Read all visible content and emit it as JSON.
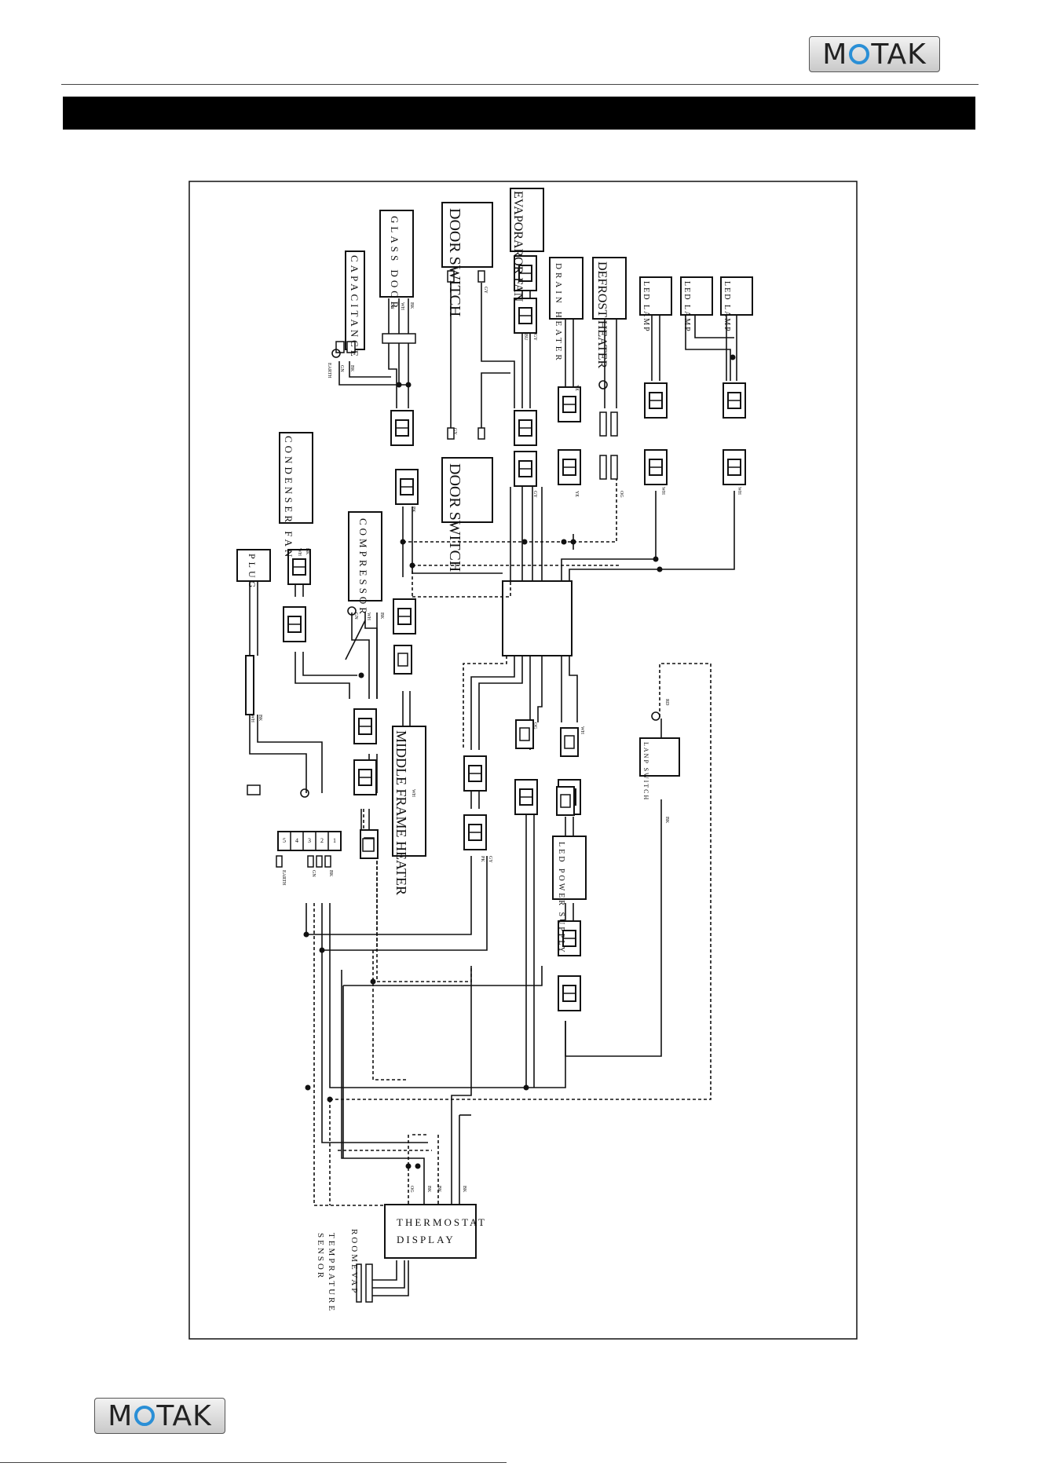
{
  "brand": {
    "name_prefix": "M",
    "name_suffix": "TAK"
  },
  "labels": {
    "glass_door": "GLASS DOOR",
    "capacitance": "CAPACITANCE",
    "door_switch_top": "DOOR SWITCH",
    "door_switch_bottom": "DOOR SWITCH",
    "evaporator_fan": "EVAPORAROR FAN",
    "drain_heater": "DRAIN HEATER",
    "defrost_heater": "DEFROST HEATER",
    "led_lamp_1": "LED LAMP",
    "led_lamp_2": "LED LAMP",
    "led_lamp_3": "LED LAMP",
    "condenser_fan": "CONDENSER FAN",
    "compressor": "COMPRESSOR",
    "plug": "PLUG",
    "middle_frame_heater": "MIDDLE FRAME HEATER",
    "lamp_switch": "LANP SWITCH",
    "led_power_supply": "LED POWER SUPPLY",
    "thermostat_line1": "THERMOSTAT",
    "thermostat_line2": "DISPLAY",
    "sensor_line1": "TEMPRATURE",
    "sensor_line2": "SENSOR",
    "room": "ROOM",
    "evap": "EVAP",
    "earth": "EARTH"
  },
  "terminal_block": [
    "1",
    "2",
    "3",
    "4",
    "5"
  ],
  "wire_codes": [
    "BK",
    "WH",
    "GN",
    "GY",
    "BU",
    "RD",
    "OG",
    "PK",
    "YE"
  ],
  "colors": {
    "ink": "#111111",
    "bar": "#000000",
    "logo_ring": "#2a8fd6"
  }
}
